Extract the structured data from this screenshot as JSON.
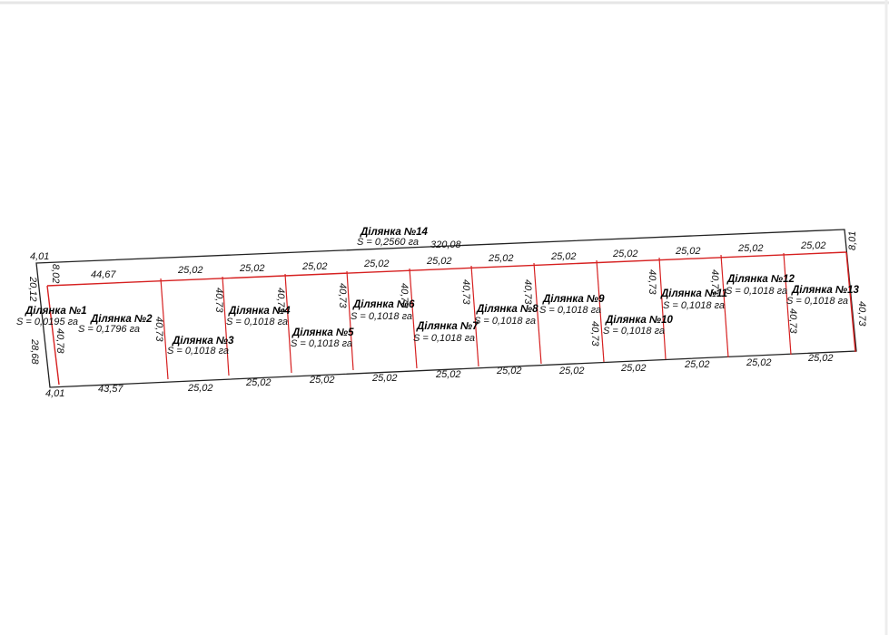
{
  "plot14": {
    "name": "Ділянка №14",
    "area": "S = 0,2560 га"
  },
  "plots": [
    {
      "name": "Ділянка №1",
      "area": "S = 0,0195 га"
    },
    {
      "name": "Ділянка №2",
      "area": "S = 0,1796 га"
    },
    {
      "name": "Ділянка №3",
      "area": "S = 0,1018 га"
    },
    {
      "name": "Ділянка №4",
      "area": "S = 0,1018 га"
    },
    {
      "name": "Ділянка №5",
      "area": "S = 0,1018 га"
    },
    {
      "name": "Ділянка №6",
      "area": "S = 0,1018 га"
    },
    {
      "name": "Ділянка №7",
      "area": "S = 0,1018 га"
    },
    {
      "name": "Ділянка №8",
      "area": "S = 0,1018 га"
    },
    {
      "name": "Ділянка №9",
      "area": "S = 0,1018 га"
    },
    {
      "name": "Ділянка №10",
      "area": "S = 0,1018 га"
    },
    {
      "name": "Ділянка №11",
      "area": "S = 0,1018 га"
    },
    {
      "name": "Ділянка №12",
      "area": "S = 0,1018 га"
    },
    {
      "name": "Ділянка №13",
      "area": "S = 0,1018 га"
    }
  ],
  "dimensions": {
    "top_outer": "320,08",
    "top_left_corner": "4,01",
    "bottom_left_corner": "4,01",
    "right_top": "8,01",
    "right_side": "40,73",
    "left_top": "8,02",
    "left_upper": "20,12",
    "left_lower": "28,68",
    "plot1_right": "40,78",
    "inner_first": "44,67",
    "bottom_first": "43,57",
    "segment": "25,02",
    "depth": "40,73"
  }
}
